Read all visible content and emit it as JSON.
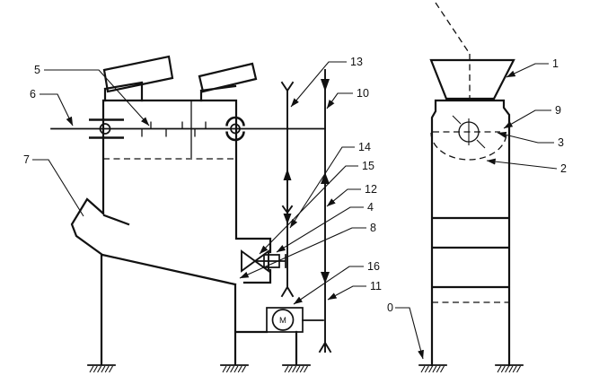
{
  "colors": {
    "background": "#ffffff",
    "line": "#111111"
  },
  "motor": {
    "letter": "M"
  },
  "callouts": {
    "c0": "0",
    "c1": "1",
    "c2": "2",
    "c3": "3",
    "c4": "4",
    "c5": "5",
    "c6": "6",
    "c7": "7",
    "c8": "8",
    "c9": "9",
    "c10": "10",
    "c11": "11",
    "c12": "12",
    "c13": "13",
    "c14": "14",
    "c15": "15",
    "c16": "16"
  }
}
